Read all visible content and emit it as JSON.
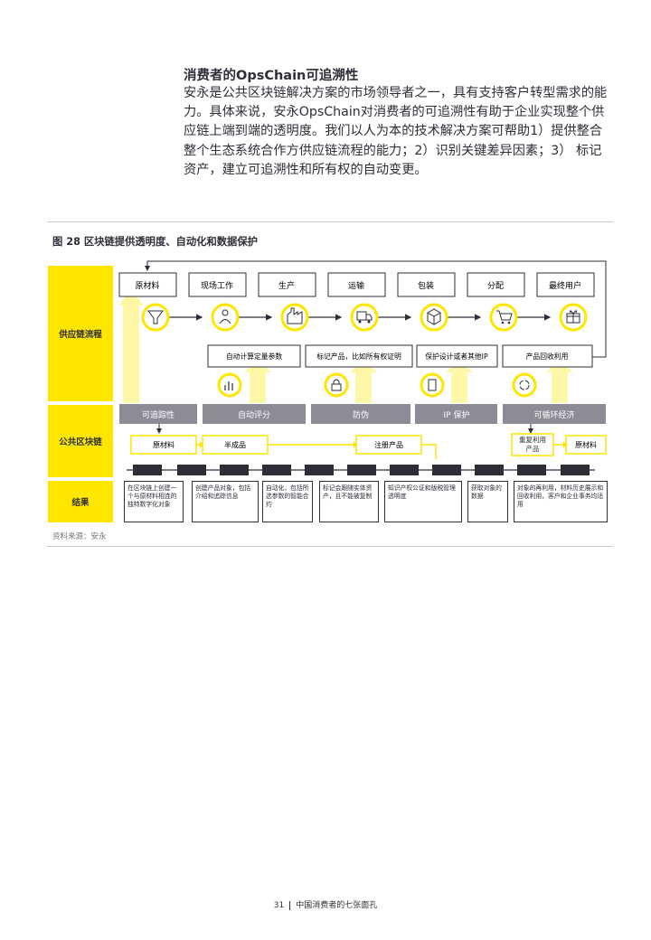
{
  "section": {
    "title": "消费者的OpsChain可追溯性",
    "paragraph": "安永是公共区块链解决方案的市场领导者之一，具有支持客户转型需求的能力。具体来说，安永OpsChain对消费者的可追溯性有助于企业实现整个供应链上端到端的透明度。我们以人为本的技术解决方案可帮助1）提供整合整个生态系统合作方供应链流程的能力；2）识别关键差异因素；3） 标记资产，建立可追溯性和所有权的自动变更。"
  },
  "figure": {
    "title": "图 28  区块链提供透明度、自动化和数据保护",
    "row_labels": [
      "供应链流程",
      "公共区块链",
      "结果"
    ],
    "stages": [
      "原材料",
      "现场工作",
      "生产",
      "运输",
      "包装",
      "分配",
      "最终用户"
    ],
    "stage_icons": [
      "funnel-icon",
      "worker-icon",
      "factory-icon",
      "truck-icon",
      "box-icon",
      "cart-icon",
      "gift-icon"
    ],
    "mid_boxes": [
      "自动计算定量参数",
      "标记产品，比如所有权证明",
      "保护设计或者其他IP",
      "产品回收利用"
    ],
    "mid_icons": [
      "chart-icon",
      "lock-icon",
      "document-icon",
      "recycle-icon"
    ],
    "bars": [
      "可追踪性",
      "自动评分",
      "防伪",
      "IP 保护",
      "可循环经济"
    ],
    "chain_boxes": [
      "原材料",
      "半成品",
      "注册产品",
      "重复利用产品",
      "原材料"
    ],
    "results": [
      "在区块链上创建一个与原材料相连的独特数字化对象",
      "创建产品对象，包括介绍和追踪信息",
      "自动化，包括所选参数的智能合约",
      "标记会跟随实体资产，且不能被复制",
      "知识产权公证和版税管理透明度",
      "获取对象的数据",
      "对象的再利用，材料历史展示和回收利用，客户和企业事务均适用"
    ],
    "source": "资料来源：安永"
  },
  "footer": {
    "page_number": "31",
    "title": "中国消费者的七张面孔"
  },
  "colors": {
    "yellow": "#ffe600",
    "light_yellow": "#fff7a8",
    "gray_bar": "#8c8c96",
    "dark": "#2e2e38"
  }
}
